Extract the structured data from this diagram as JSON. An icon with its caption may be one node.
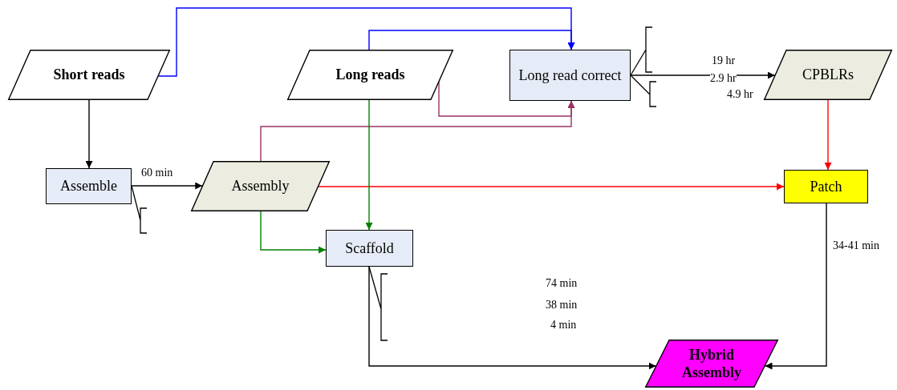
{
  "diagram": {
    "nodes": [
      {
        "text": [
          "Short reads"
        ]
      },
      {
        "text": [
          "Long reads"
        ]
      },
      {
        "text": [
          "Long read correct"
        ]
      },
      {
        "text": [
          "CPBLRs"
        ]
      },
      {
        "text": [
          "Assemble"
        ]
      },
      {
        "text": [
          "Assembly"
        ]
      },
      {
        "text": [
          "Patch"
        ]
      },
      {
        "text": [
          "Scaffold"
        ]
      },
      {
        "text": [
          "Hybrid Assembly"
        ]
      }
    ],
    "edges": [
      {
        "from": 0,
        "to": 2,
        "arrow": "to",
        "color": "#0000ff"
      },
      {
        "from": 1,
        "to": 2,
        "arrow": "to",
        "color": "#0000ff"
      },
      {
        "from": 1,
        "to": 2,
        "arrow": "to",
        "color": "#993366"
      },
      {
        "from": 5,
        "to": 2,
        "arrow": "to",
        "color": "#993366"
      },
      {
        "from": 2,
        "to": 3,
        "arrow": "to"
      },
      {
        "from": 3,
        "to": 6,
        "arrow": "to",
        "color": "#ff0000"
      },
      {
        "from": 4,
        "to": 5,
        "arrow": "to",
        "label": "60 min"
      },
      {
        "from": 5,
        "to": 6,
        "arrow": "to",
        "color": "#ff0000"
      },
      {
        "from": 1,
        "to": 7,
        "arrow": "to",
        "color": "#008000"
      },
      {
        "from": 5,
        "to": 7,
        "arrow": "to",
        "color": "#008000"
      },
      {
        "from": 0,
        "to": 4,
        "arrow": "to"
      },
      {
        "from": 7,
        "to": 8,
        "arrow": "to"
      },
      {
        "from": 6,
        "to": 8,
        "arrow": "to",
        "label": "34-41 min"
      }
    ],
    "labels": [
      "19 hr",
      "2.9 hr",
      "4.9 hr",
      "74 min",
      "38 min",
      "4 min"
    ]
  }
}
